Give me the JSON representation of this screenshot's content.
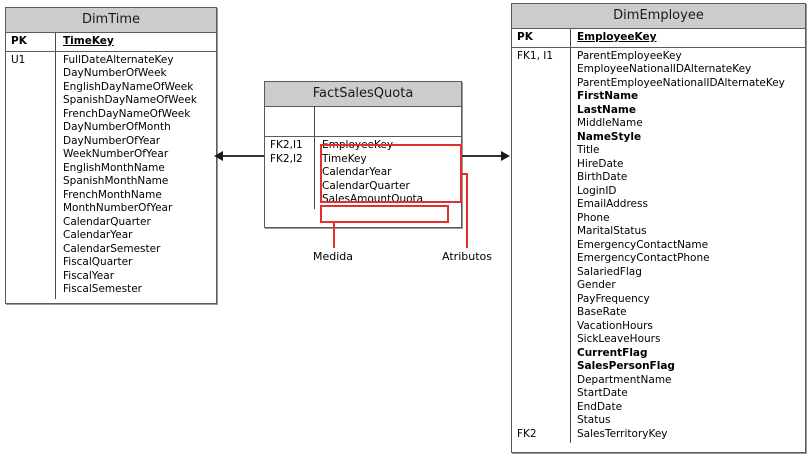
{
  "diagram": {
    "type": "star-schema-erd",
    "colors": {
      "header_fill": "#cccccc",
      "border": "#5a5a5a",
      "annotation_red": "#e03030",
      "connector_gray": "#6e6e6e",
      "arrow_black": "#1a1a1a",
      "background": "#ffffff"
    }
  },
  "dim_time": {
    "title": "DimTime",
    "pk_label": "PK",
    "pk_field": "TimeKey",
    "key_labels": [
      "U1"
    ],
    "fields": [
      "FullDateAlternateKey",
      "DayNumberOfWeek",
      "EnglishDayNameOfWeek",
      "SpanishDayNameOfWeek",
      "FrenchDayNameOfWeek",
      "DayNumberOfMonth",
      "DayNumberOfYear",
      "WeekNumberOfYear",
      "EnglishMonthName",
      "SpanishMonthName",
      "FrenchMonthName",
      "MonthNumberOfYear",
      "CalendarQuarter",
      "CalendarYear",
      "CalendarSemester",
      "FiscalQuarter",
      "FiscalYear",
      "FiscalSemester"
    ]
  },
  "fact_sales_quota": {
    "title": "FactSalesQuota",
    "pk_label": "",
    "pk_field": "",
    "key_labels": [
      "FK2,I1",
      "FK2,I2"
    ],
    "attribute_fields": [
      "EmployeeKey",
      "TimeKey",
      "CalendarYear",
      "CalendarQuarter"
    ],
    "measure_fields": [
      "SalesAmountQuota"
    ]
  },
  "dim_employee": {
    "title": "DimEmployee",
    "pk_label": "PK",
    "pk_field": "EmployeeKey",
    "key_label_top": "FK1, I1",
    "key_label_bottom": "FK2",
    "fields": [
      {
        "name": "ParentEmployeeKey",
        "bold": false
      },
      {
        "name": "EmployeeNationalIDAlternateKey",
        "bold": false
      },
      {
        "name": "ParentEmployeeNationalIDAlternateKey",
        "bold": false
      },
      {
        "name": "FirstName",
        "bold": true
      },
      {
        "name": "LastName",
        "bold": true
      },
      {
        "name": "MiddleName",
        "bold": false
      },
      {
        "name": "NameStyle",
        "bold": true
      },
      {
        "name": "Title",
        "bold": false
      },
      {
        "name": "HireDate",
        "bold": false
      },
      {
        "name": "BirthDate",
        "bold": false
      },
      {
        "name": "LoginID",
        "bold": false
      },
      {
        "name": "EmailAddress",
        "bold": false
      },
      {
        "name": "Phone",
        "bold": false
      },
      {
        "name": "MaritalStatus",
        "bold": false
      },
      {
        "name": "EmergencyContactName",
        "bold": false
      },
      {
        "name": "EmergencyContactPhone",
        "bold": false
      },
      {
        "name": "SalariedFlag",
        "bold": false
      },
      {
        "name": "Gender",
        "bold": false
      },
      {
        "name": "PayFrequency",
        "bold": false
      },
      {
        "name": "BaseRate",
        "bold": false
      },
      {
        "name": "VacationHours",
        "bold": false
      },
      {
        "name": "SickLeaveHours",
        "bold": false
      },
      {
        "name": "CurrentFlag",
        "bold": true
      },
      {
        "name": "SalesPersonFlag",
        "bold": true
      },
      {
        "name": "DepartmentName",
        "bold": false
      },
      {
        "name": "StartDate",
        "bold": false
      },
      {
        "name": "EndDate",
        "bold": false
      },
      {
        "name": "Status",
        "bold": false
      },
      {
        "name": "SalesTerritoryKey",
        "bold": false
      }
    ]
  },
  "annotations": {
    "measure_label": "Medida",
    "attributes_label": "Atributos"
  }
}
